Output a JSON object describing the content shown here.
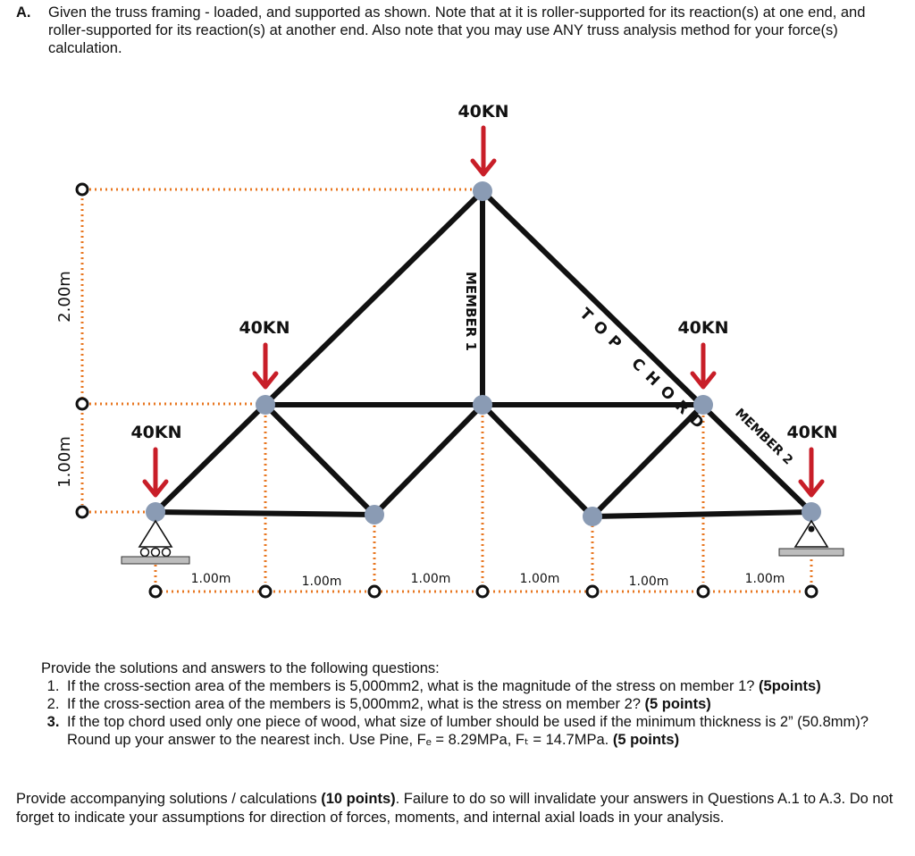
{
  "intro": {
    "label": "A.",
    "text": "Given the truss framing - loaded, and supported as shown. Note that at it is roller-supported for its reaction(s) at one end, and roller-supported for its reaction(s) at another end. Also note that you may use ANY truss analysis method for your force(s) calculation."
  },
  "diagram": {
    "loads": [
      "40KN",
      "40KN",
      "40KN",
      "40KN",
      "40KN"
    ],
    "member1_label": "MEMBER 1",
    "member2_label": "MEMBER 2",
    "top_chord_label": "TOP CHORD",
    "height_upper": "2.00m",
    "height_lower": "1.00m",
    "spans": [
      "1.00m",
      "1.00m",
      "1.00m",
      "1.00m",
      "1.00m",
      "1.00m"
    ],
    "colors": {
      "member": "#111111",
      "node": "#8a9bb4",
      "arrow": "#c81e28",
      "dim_dots": "#e87722",
      "label_text": "#111111"
    }
  },
  "questions": {
    "intro": "Provide the solutions and answers to the following questions:",
    "items": [
      {
        "text": "If the cross-section area of the members is 5,000mm2, what is the magnitude of the stress on member 1?",
        "points": "(5points)"
      },
      {
        "text": "If the cross-section area of the members is 5,000mm2, what is the stress on member 2?",
        "points": "(5 points)"
      },
      {
        "text": "If the top chord used only one piece of wood, what size of lumber should be used if the minimum thickness is 2” (50.8mm)? Round up your answer to the nearest inch. Use Pine, Fₑ = 8.29MPa, Fₜ = 14.7MPa.",
        "points": "(5 points)"
      }
    ]
  },
  "footer": {
    "text1": "Provide accompanying solutions / calculations",
    "points": "(10 points)",
    "text2": ". Failure to do so will invalidate your answers in Questions A.1 to A.3. Do not forget to indicate your assumptions for direction of forces, moments, and internal axial loads in your analysis."
  }
}
